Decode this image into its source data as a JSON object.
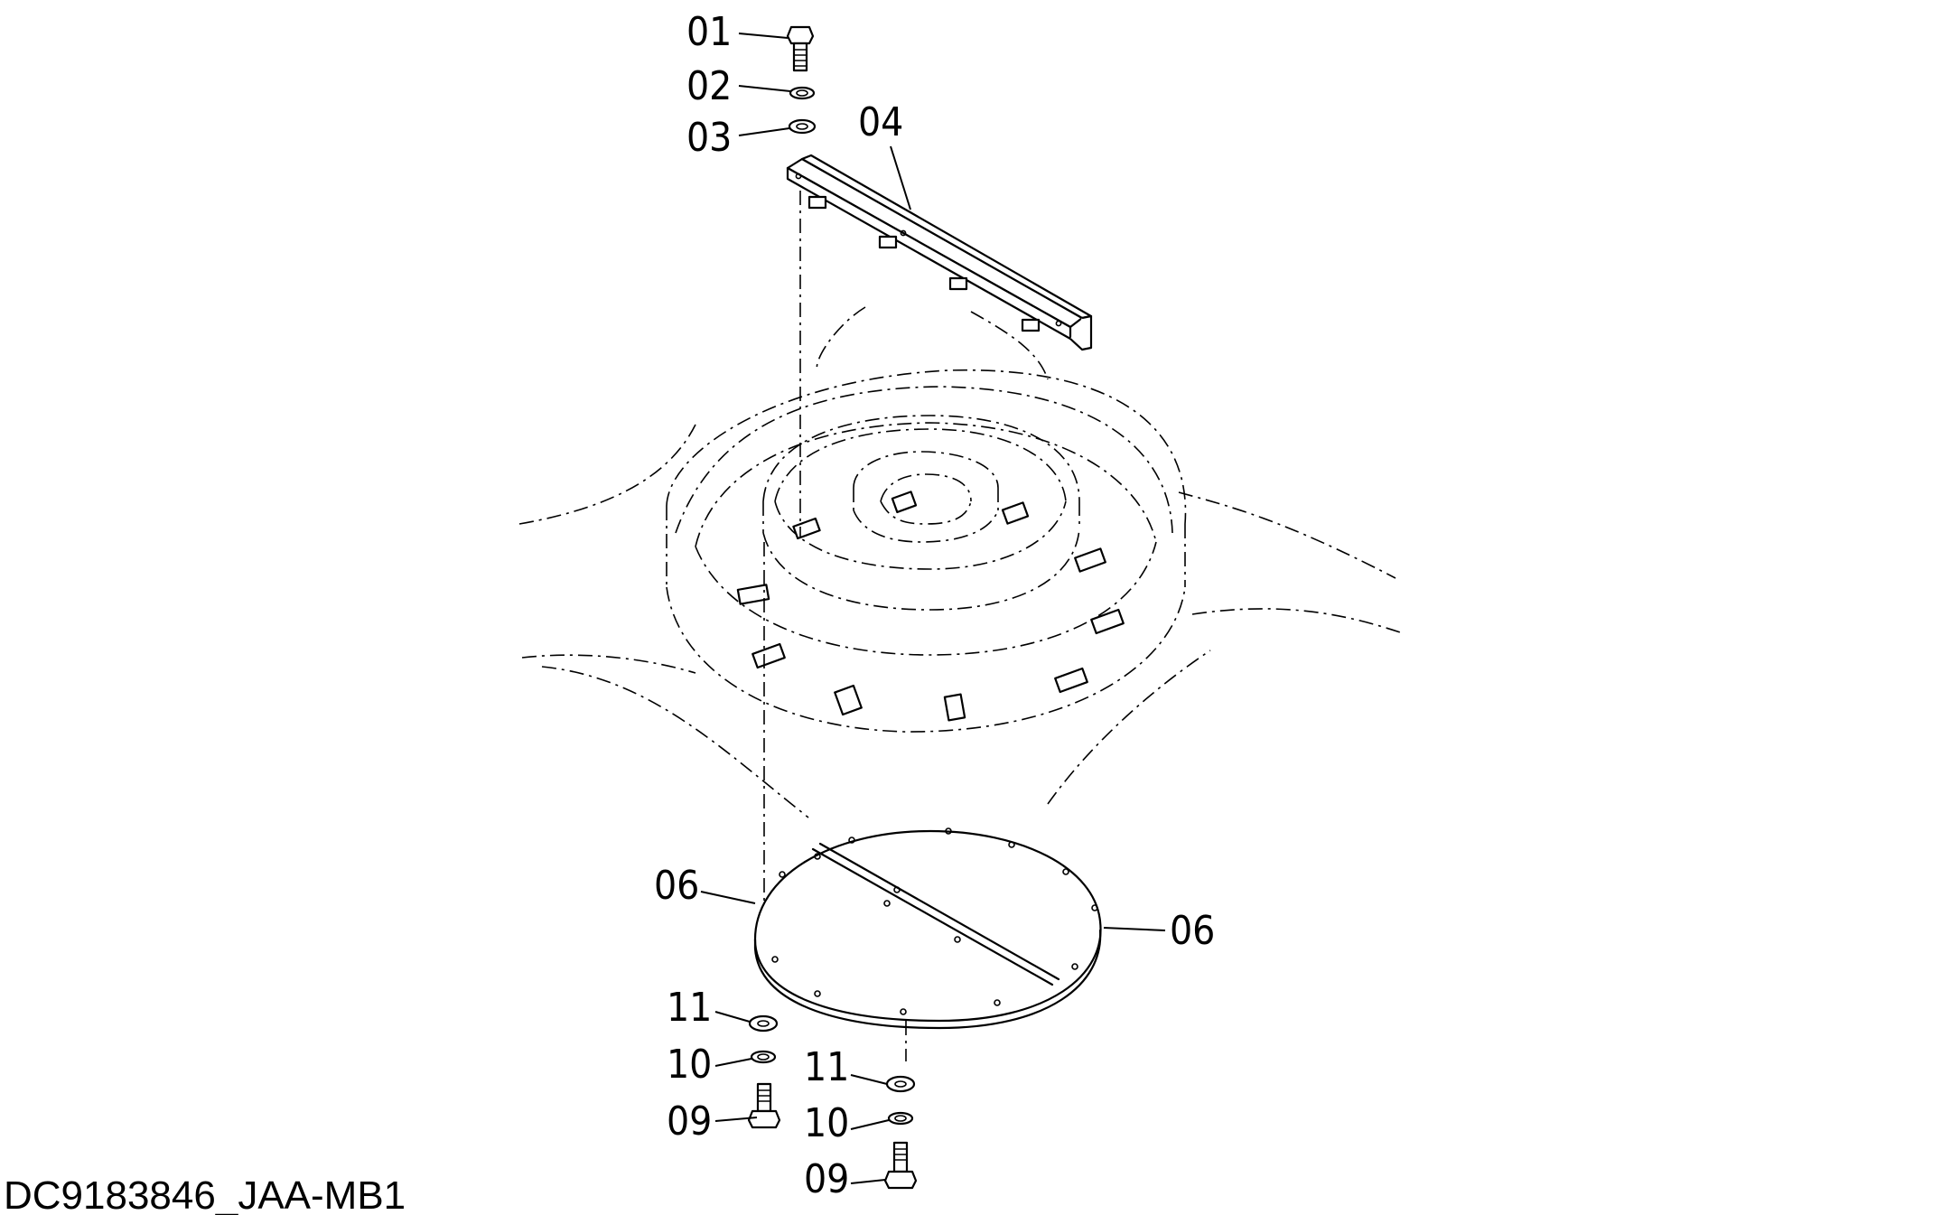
{
  "drawing_code": "DC9183846_JAA-MB1",
  "callouts": [
    {
      "id": "callout-01",
      "label": "01"
    },
    {
      "id": "callout-02",
      "label": "02"
    },
    {
      "id": "callout-03",
      "label": "03"
    },
    {
      "id": "callout-04",
      "label": "04"
    },
    {
      "id": "callout-06-left",
      "label": "06"
    },
    {
      "id": "callout-06-right",
      "label": "06"
    },
    {
      "id": "callout-11-left",
      "label": "11"
    },
    {
      "id": "callout-10-left",
      "label": "10"
    },
    {
      "id": "callout-09-left",
      "label": "09"
    },
    {
      "id": "callout-11-right",
      "label": "11"
    },
    {
      "id": "callout-10-right",
      "label": "10"
    },
    {
      "id": "callout-09-right",
      "label": "09"
    }
  ]
}
